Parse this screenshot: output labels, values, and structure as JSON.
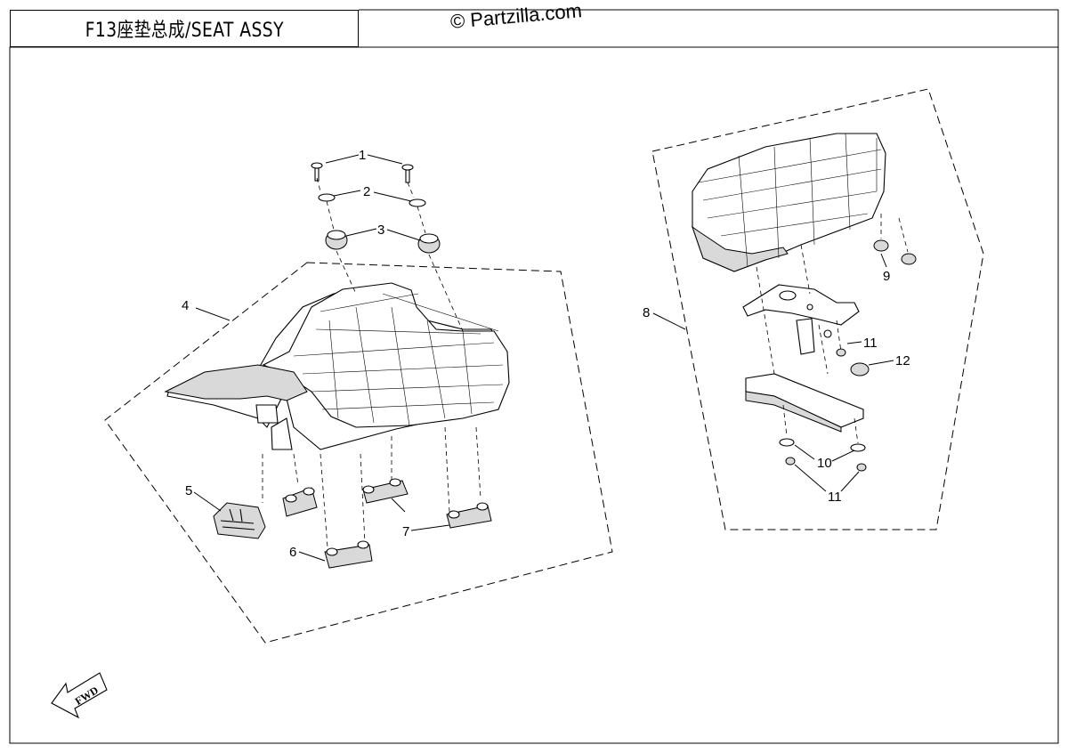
{
  "diagram": {
    "title": "F13座垫总成/SEAT ASSY",
    "watermark": "© Partzilla.com",
    "fwd_label": "FWD",
    "callouts": [
      {
        "id": "c1",
        "label": "1"
      },
      {
        "id": "c2",
        "label": "2"
      },
      {
        "id": "c3",
        "label": "3"
      },
      {
        "id": "c4",
        "label": "4"
      },
      {
        "id": "c5",
        "label": "5"
      },
      {
        "id": "c6",
        "label": "6"
      },
      {
        "id": "c7",
        "label": "7"
      },
      {
        "id": "c8",
        "label": "8"
      },
      {
        "id": "c9",
        "label": "9"
      },
      {
        "id": "c10",
        "label": "10"
      },
      {
        "id": "c11a",
        "label": "11"
      },
      {
        "id": "c11b",
        "label": "11"
      },
      {
        "id": "c12",
        "label": "12"
      }
    ]
  }
}
